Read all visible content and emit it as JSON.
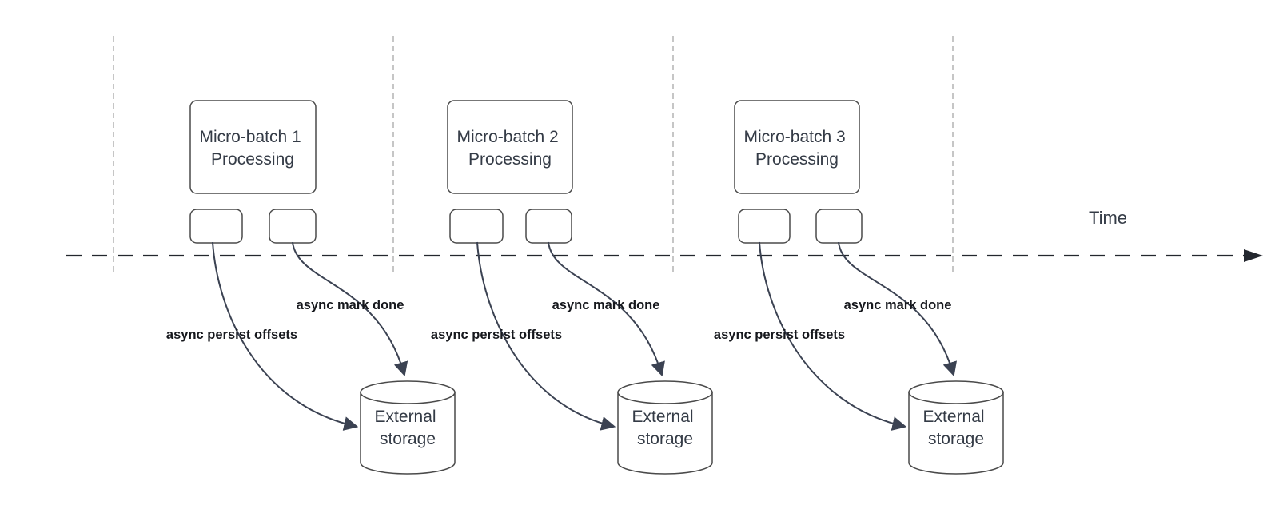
{
  "diagram": {
    "time_axis_label": "Time",
    "groups": [
      {
        "title_line1": "Micro-batch 1",
        "title_line2": "Processing",
        "persist_label": "async persist offsets",
        "mark_done_label": "async mark done",
        "storage_line1": "External",
        "storage_line2": "storage"
      },
      {
        "title_line1": "Micro-batch 2",
        "title_line2": "Processing",
        "persist_label": "async persist offsets",
        "mark_done_label": "async mark done",
        "storage_line1": "External",
        "storage_line2": "storage"
      },
      {
        "title_line1": "Micro-batch 3",
        "title_line2": "Processing",
        "persist_label": "async persist offsets",
        "mark_done_label": "async mark done",
        "storage_line1": "External",
        "storage_line2": "storage"
      }
    ],
    "colors": {
      "node_border": "#4a4a4a",
      "node_text": "#343b46",
      "arrow": "#3b4252",
      "guide_line": "#b3b3b3",
      "timeline": "#23272e",
      "label_text": "#16181d",
      "background": "#ffffff"
    }
  }
}
